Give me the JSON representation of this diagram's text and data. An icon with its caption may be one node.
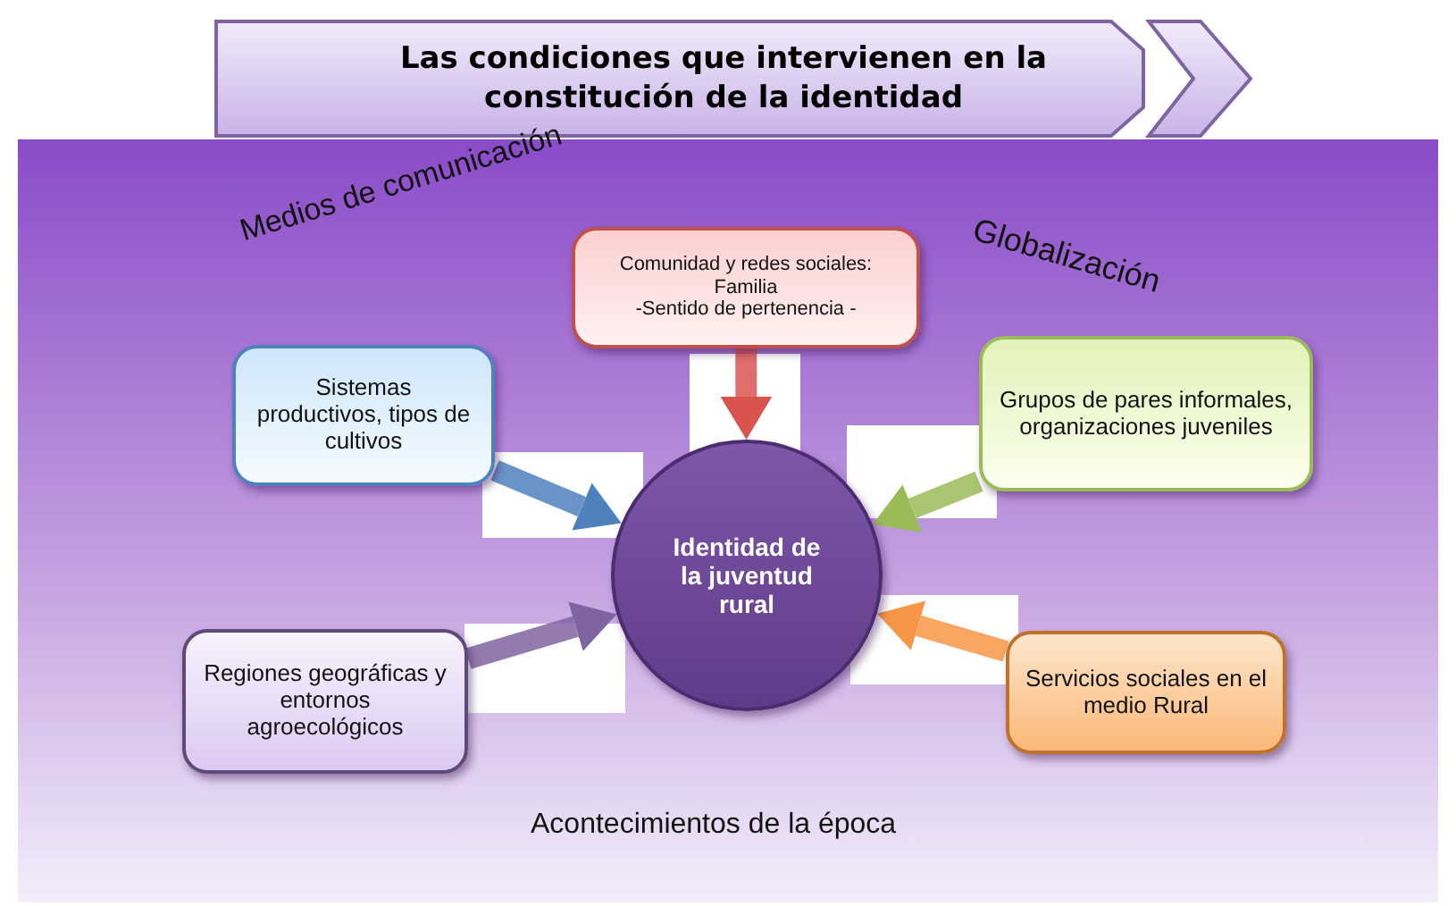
{
  "diagram": {
    "title": "Las condiciones que intervienen en la constitución de la identidad",
    "nodes": [
      {
        "text": [
          "Comunidad y redes sociales:",
          "Familia",
          "-Sentido de pertenencia -"
        ]
      },
      {
        "text": [
          "Sistemas productivos, tipos de cultivos"
        ]
      },
      {
        "text": [
          "Grupos de pares informales, organizaciones juveniles"
        ]
      },
      {
        "text": [
          "Identidad de la juventud rural"
        ]
      },
      {
        "text": [
          "Regiones geográficas y entornos agroecológicos"
        ]
      },
      {
        "text": [
          "Servicios sociales en el medio Rural"
        ]
      }
    ],
    "edges": [
      {
        "from": 0,
        "to": 3,
        "arrow": "to",
        "color": "#d9534f"
      },
      {
        "from": 1,
        "to": 3,
        "arrow": "to",
        "color": "#4f81bd"
      },
      {
        "from": 2,
        "to": 3,
        "arrow": "to",
        "color": "#9bbb59"
      },
      {
        "from": 4,
        "to": 3,
        "arrow": "to",
        "color": "#8064a2"
      },
      {
        "from": 5,
        "to": 3,
        "arrow": "to",
        "color": "#f79646"
      }
    ],
    "labels": [
      "Medios de comunicación",
      "Globalización",
      "Acontecimientos de la época"
    ]
  }
}
